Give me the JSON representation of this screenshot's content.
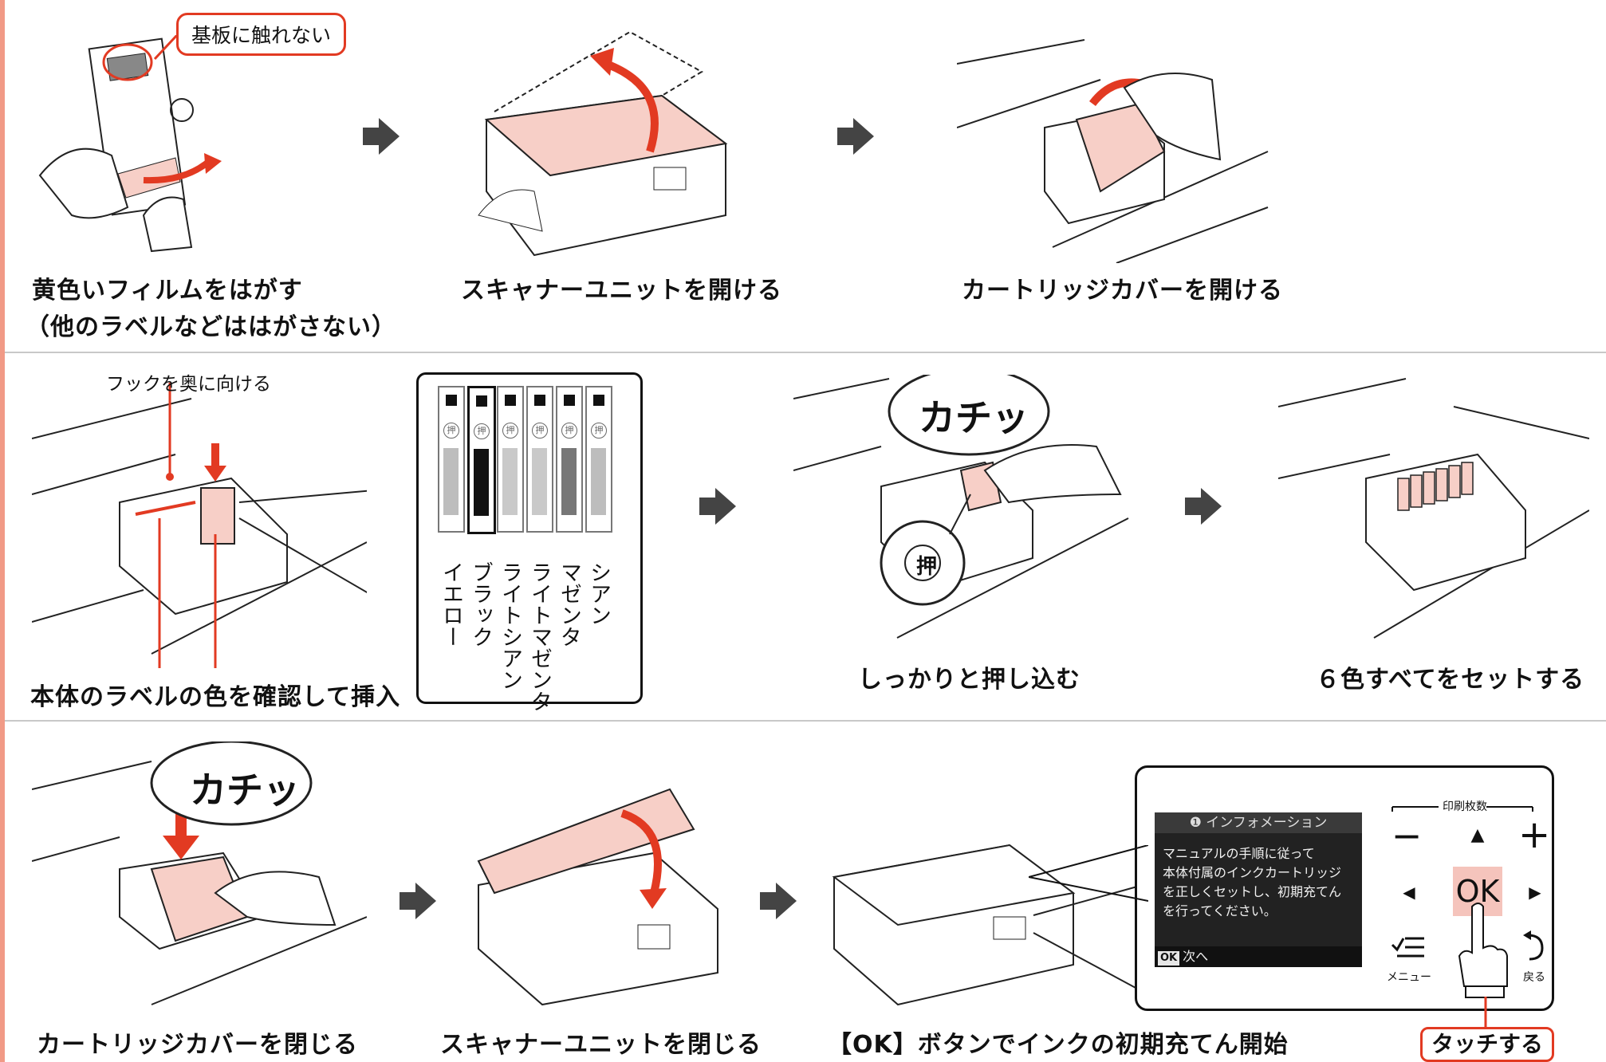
{
  "colors": {
    "accent_red": "#e23a22",
    "pink_fill": "#f7cfc7",
    "arrow_gray": "#444444",
    "edge_pink": "#f19a86"
  },
  "row1": {
    "step1": {
      "callout": "基板に触れない",
      "caption_line1": "黄色いフィルムをはがす",
      "caption_line2": "（他のラベルなどははがさない）"
    },
    "step2": {
      "caption": "スキャナーユニットを開ける"
    },
    "step3": {
      "caption": "カートリッジカバーを開ける"
    }
  },
  "row2": {
    "step4": {
      "label": "フックを奥に向ける",
      "caption": "本体のラベルの色を確認して挿入"
    },
    "colors_panel": {
      "push_mark": "押",
      "cartridges": [
        {
          "name": "イエロー",
          "fill": "#bdbdbd",
          "shade": "light"
        },
        {
          "name": "ブラック",
          "fill": "#111111",
          "shade": "black"
        },
        {
          "name": "ライトシアン",
          "fill": "#c9c9c9",
          "shade": "light"
        },
        {
          "name": "ライトマゼンタ",
          "fill": "#c9c9c9",
          "shade": "light"
        },
        {
          "name": "マゼンタ",
          "fill": "#777777",
          "shade": "mid"
        },
        {
          "name": "シアン",
          "fill": "#bdbdbd",
          "shade": "light"
        }
      ]
    },
    "step5": {
      "sound": "カチッ",
      "push_mark": "押",
      "caption": "しっかりと押し込む"
    },
    "step6": {
      "caption": "６色すべてをセットする"
    }
  },
  "row3": {
    "step7": {
      "sound": "カチッ",
      "caption": "カートリッジカバーを閉じる"
    },
    "step8": {
      "caption": "スキャナーユニットを閉じる"
    },
    "step9": {
      "caption": "【OK】ボタンでインクの初期充てん開始",
      "lcd_title": "インフォメーション",
      "lcd_line1": "マニュアルの手順に従って",
      "lcd_line2": "本体付属のインクカートリッジ",
      "lcd_line3": "を正しくセットし、初期充てん",
      "lcd_line4": "を行ってください。",
      "lcd_ok_chip": "OK",
      "lcd_next": "次へ",
      "copies_label": "印刷枚数",
      "minus": "−",
      "plus": "+",
      "up": "▲",
      "left": "◀",
      "right": "▶",
      "ok": "OK",
      "menu_label": "メニュー",
      "back_label": "戻る",
      "touch": "タッチする"
    }
  }
}
